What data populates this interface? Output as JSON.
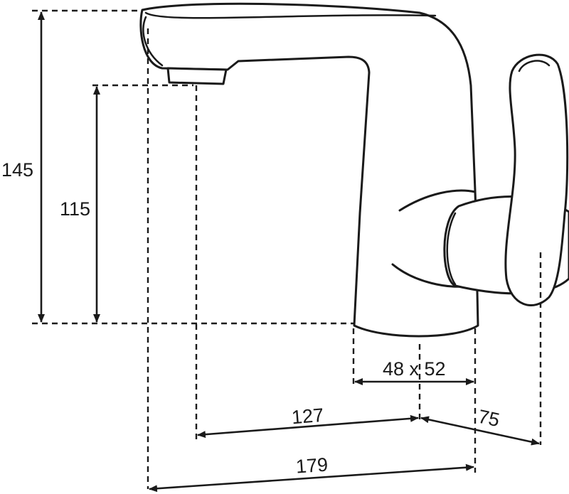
{
  "dimensions": {
    "height_total": "145",
    "height_outlet": "115",
    "base_size": "48 x 52",
    "spout_reach": "127",
    "handle_offset": "75",
    "overall_length": "179"
  },
  "icons": {
    "faucet": "single-lever-basin-mixer-drawing"
  },
  "colors": {
    "line": "#1a1a1a",
    "background": "#ffffff"
  }
}
